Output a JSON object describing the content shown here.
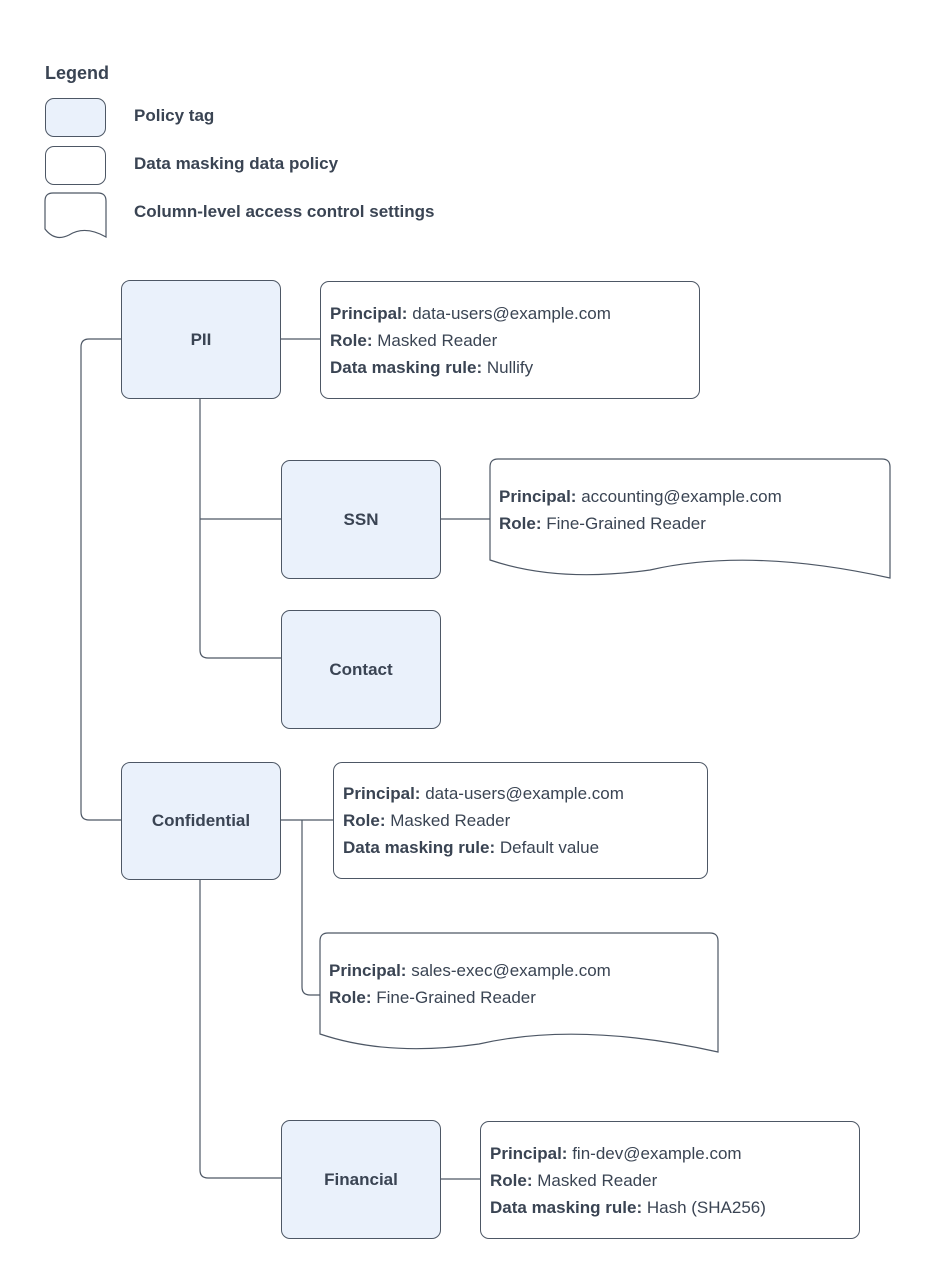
{
  "legend": {
    "title": "Legend",
    "items": [
      {
        "shape": "policy-tag",
        "label": "Policy tag"
      },
      {
        "shape": "data-masking-policy",
        "label": "Data masking data policy"
      },
      {
        "shape": "column-access-settings",
        "label": "Column-level access control settings"
      }
    ]
  },
  "colors": {
    "policy_tag_fill": "#eaf1fb",
    "shape_border": "#4d5765",
    "text": "#3a4453",
    "background": "#ffffff"
  },
  "nodes": {
    "pii": "PII",
    "ssn": "SSN",
    "contact": "Contact",
    "confidential": "Confidential",
    "financial": "Financial"
  },
  "policies": {
    "pii_masking": {
      "fields": [
        {
          "label": "Principal:",
          "value": "data-users@example.com"
        },
        {
          "label": "Role:",
          "value": "Masked Reader"
        },
        {
          "label": "Data masking rule:",
          "value": "Nullify"
        }
      ]
    },
    "ssn_access": {
      "fields": [
        {
          "label": "Principal:",
          "value": "accounting@example.com"
        },
        {
          "label": "Role:",
          "value": "Fine-Grained Reader"
        }
      ]
    },
    "confidential_masking": {
      "fields": [
        {
          "label": "Principal:",
          "value": "data-users@example.com"
        },
        {
          "label": "Role:",
          "value": "Masked Reader"
        },
        {
          "label": "Data masking rule:",
          "value": "Default value"
        }
      ]
    },
    "confidential_access": {
      "fields": [
        {
          "label": "Principal:",
          "value": "sales-exec@example.com"
        },
        {
          "label": "Role:",
          "value": "Fine-Grained Reader"
        }
      ]
    },
    "financial_masking": {
      "fields": [
        {
          "label": "Principal:",
          "value": "fin-dev@example.com"
        },
        {
          "label": "Role:",
          "value": "Masked Reader"
        },
        {
          "label": "Data masking rule:",
          "value": "Hash (SHA256)"
        }
      ]
    }
  }
}
